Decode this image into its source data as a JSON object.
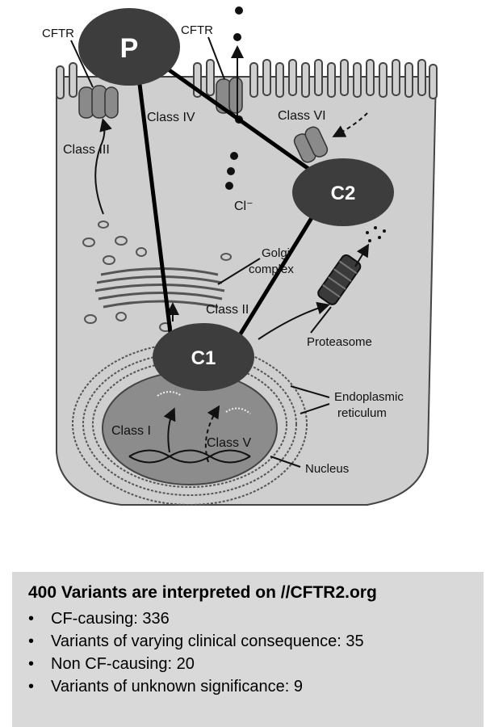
{
  "diagram": {
    "nodes": {
      "p": "P",
      "c1": "C1",
      "c2": "C2"
    },
    "labels": {
      "cftr_left": "CFTR",
      "cftr_right": "CFTR",
      "class_i": "Class I",
      "class_ii": "Class II",
      "class_iii": "Class III",
      "class_iv": "Class IV",
      "class_v": "Class V",
      "class_vi": "Class VI",
      "chloride": "Cl⁻",
      "golgi_line1": "Golgi",
      "golgi_line2": "complex",
      "proteasome": "Proteasome",
      "er_line1": "Endoplasmic",
      "er_line2": "reticulum",
      "nucleus": "Nucleus"
    },
    "colors": {
      "node_fill": "#3d3d3d",
      "cell_fill": "#cfcfcf",
      "text": "#111111"
    }
  },
  "summary": {
    "title": "400 Variants are interpreted on //CFTR2.org",
    "items": [
      "CF-causing: 336",
      "Variants of varying clinical consequence: 35",
      "Non CF-causing: 20",
      "Variants of unknown significance: 9"
    ]
  }
}
